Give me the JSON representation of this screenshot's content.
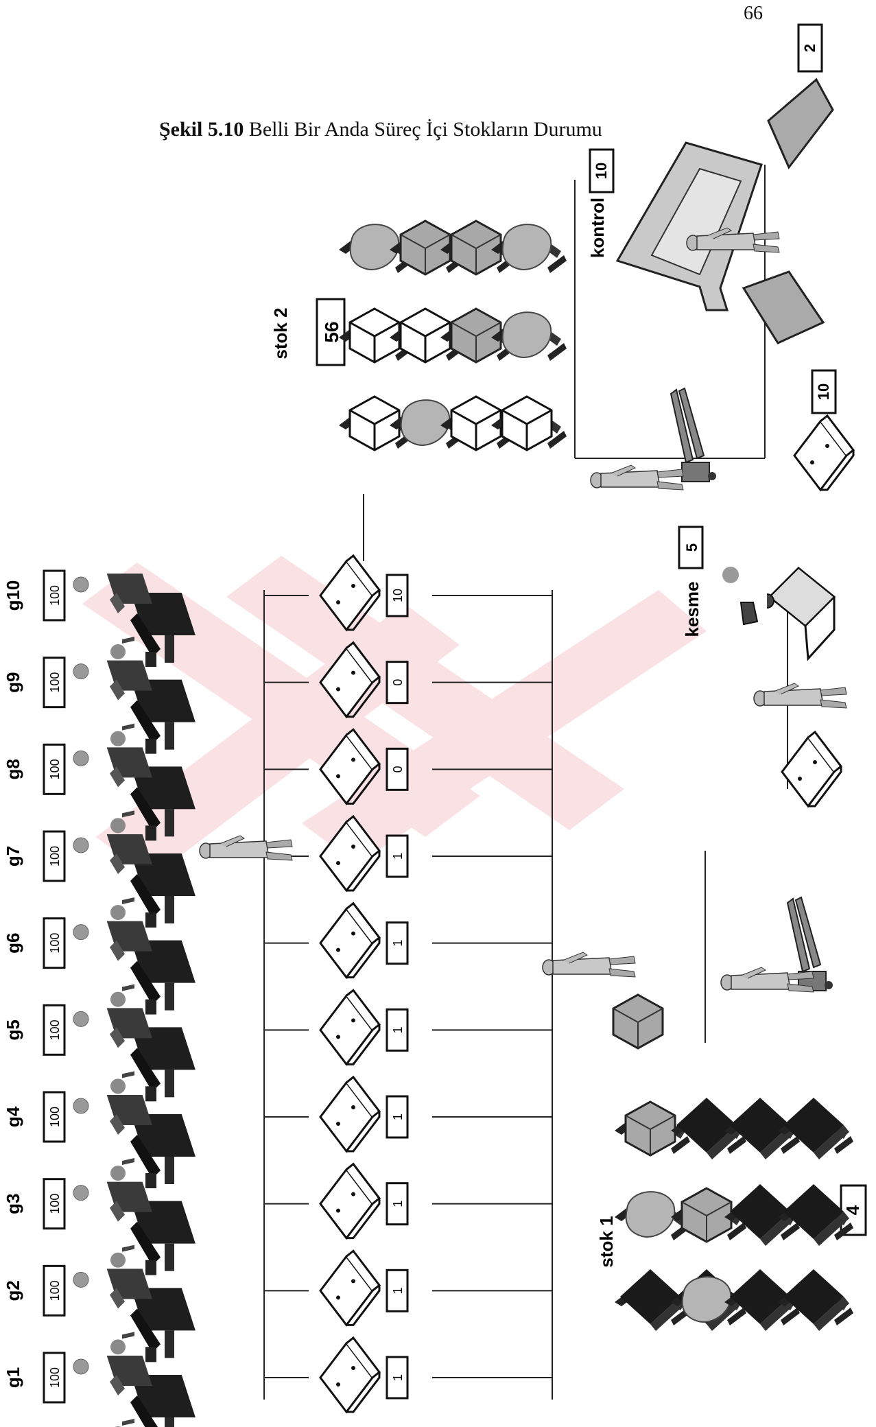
{
  "page": {
    "number": "66",
    "caption_bold": "Şekil 5.10",
    "caption_text": " Belli Bir Anda Süreç İçi Stokların Durumu"
  },
  "machines": [
    {
      "label": "g1",
      "count": "100",
      "queue": "1"
    },
    {
      "label": "g2",
      "count": "100",
      "queue": "1"
    },
    {
      "label": "g3",
      "count": "100",
      "queue": "1"
    },
    {
      "label": "g4",
      "count": "100",
      "queue": "1"
    },
    {
      "label": "g5",
      "count": "100",
      "queue": "1"
    },
    {
      "label": "g6",
      "count": "100",
      "queue": "1"
    },
    {
      "label": "g7",
      "count": "100",
      "queue": "1"
    },
    {
      "label": "g8",
      "count": "100",
      "queue": "0"
    },
    {
      "label": "g9",
      "count": "100",
      "queue": "0"
    },
    {
      "label": "g10",
      "count": "100",
      "queue": "10"
    }
  ],
  "stations": {
    "stok1": {
      "label": "stok 1",
      "count": "4"
    },
    "stok2": {
      "label": "stok 2",
      "count": "56"
    },
    "kesme": {
      "label": "kesme",
      "count": "5"
    },
    "kontrol": {
      "label": "kontrol",
      "count": "10"
    },
    "kontrol_in": {
      "count": "10"
    },
    "output": {
      "count": "2"
    }
  },
  "colors": {
    "ink": "#111111",
    "watermark": "#f6c9cf",
    "shade": "#9a9a9a"
  }
}
